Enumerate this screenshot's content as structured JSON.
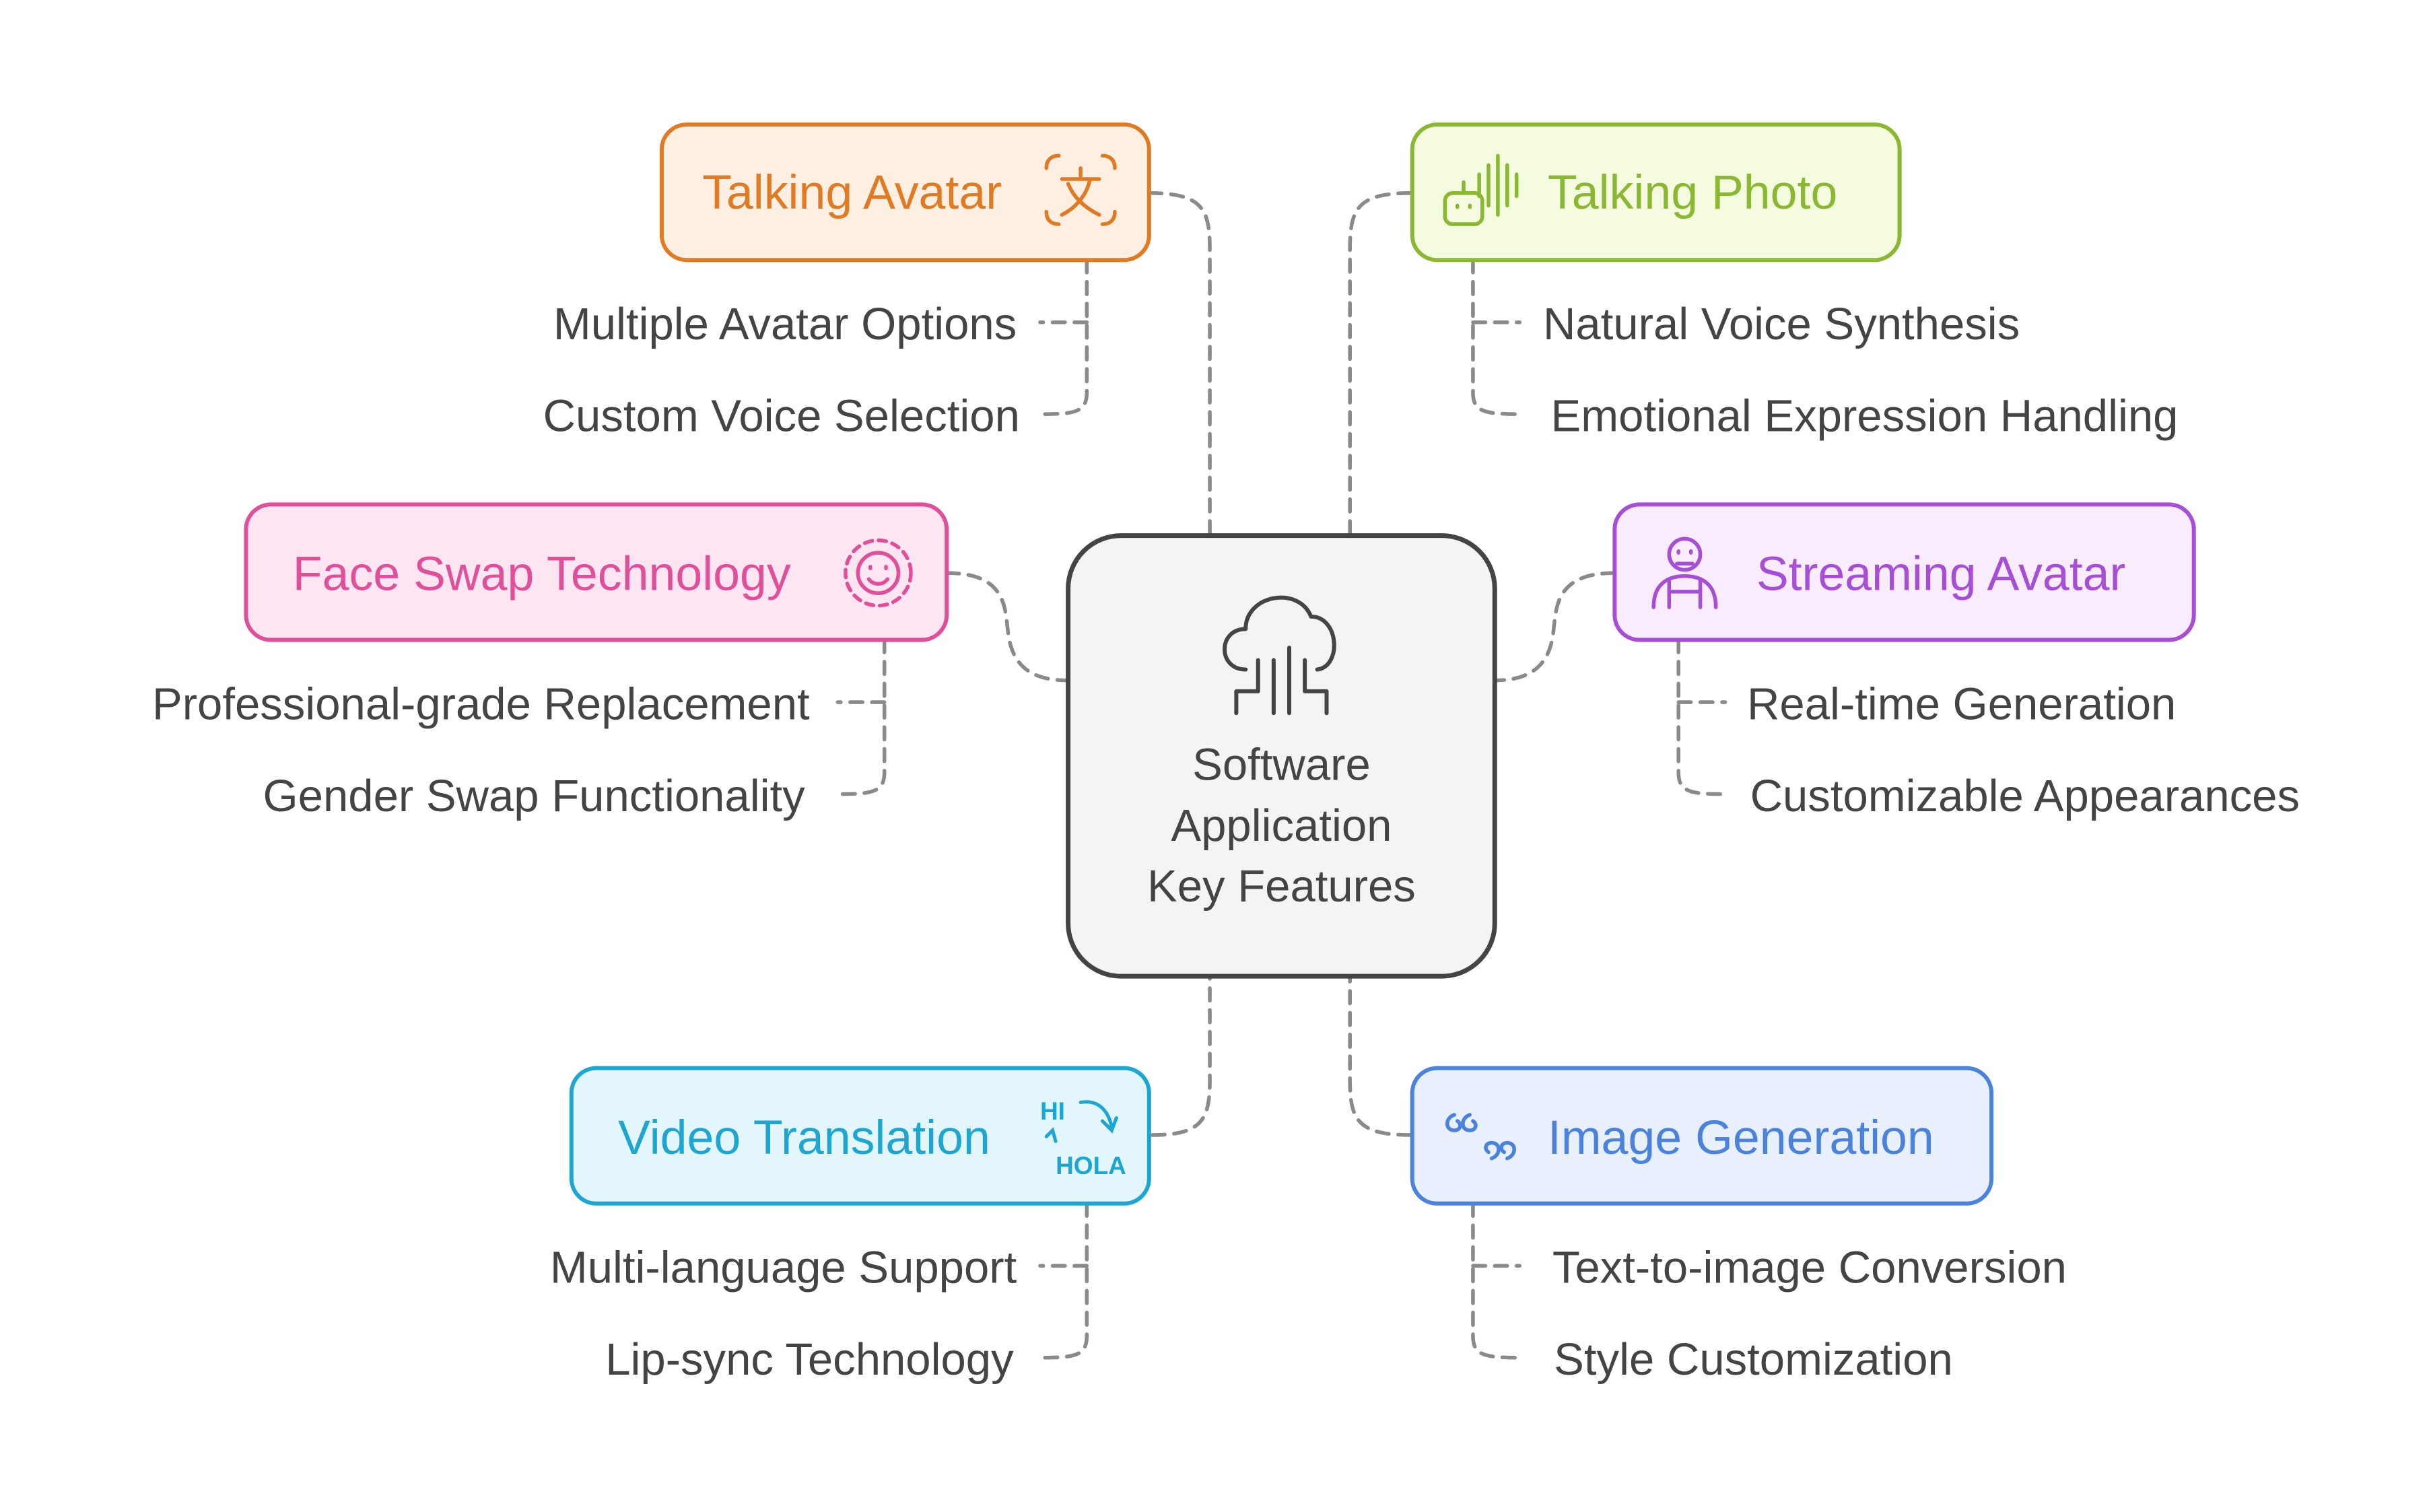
{
  "center": {
    "lines": [
      "Software",
      "Application",
      "Key Features"
    ],
    "icon": "cloud-circuit-icon"
  },
  "topics": [
    {
      "id": "talking-avatar",
      "label": "Talking Avatar",
      "icon": "translate-icon",
      "color": "#e07b24",
      "fill": "#fdf0e3",
      "items": [
        "Multiple Avatar Options",
        "Custom Voice Selection"
      ]
    },
    {
      "id": "talking-photo",
      "label": "Talking Photo",
      "icon": "speaking-robot-icon",
      "color": "#8ab832",
      "fill": "#f4fbdf",
      "items": [
        "Natural Voice Synthesis",
        "Emotional Expression Handling"
      ]
    },
    {
      "id": "face-swap",
      "label": "Face Swap Technology",
      "icon": "smiley-face-icon",
      "color": "#e0509a",
      "fill": "#fde6f2",
      "items": [
        "Professional-grade Replacement",
        "Gender Swap Functionality"
      ]
    },
    {
      "id": "streaming-avatar",
      "label": "Streaming Avatar",
      "icon": "person-avatar-icon",
      "color": "#a64ed6",
      "fill": "#f8ecfd",
      "items": [
        "Real-time Generation",
        "Customizable Appearances"
      ]
    },
    {
      "id": "video-translation",
      "label": "Video Translation",
      "icon": "hi-hola-translate-icon",
      "icon_text": [
        "HI",
        "HOLA"
      ],
      "color": "#1ea6d2",
      "fill": "#e3f6fc",
      "items": [
        "Multi-language Support",
        "Lip-sync Technology"
      ]
    },
    {
      "id": "image-generation",
      "label": "Image Generation",
      "icon": "quote-marks-icon",
      "color": "#4b82dc",
      "fill": "#e9f0fd",
      "items": [
        "Text-to-image Conversion",
        "Style Customization"
      ]
    }
  ]
}
